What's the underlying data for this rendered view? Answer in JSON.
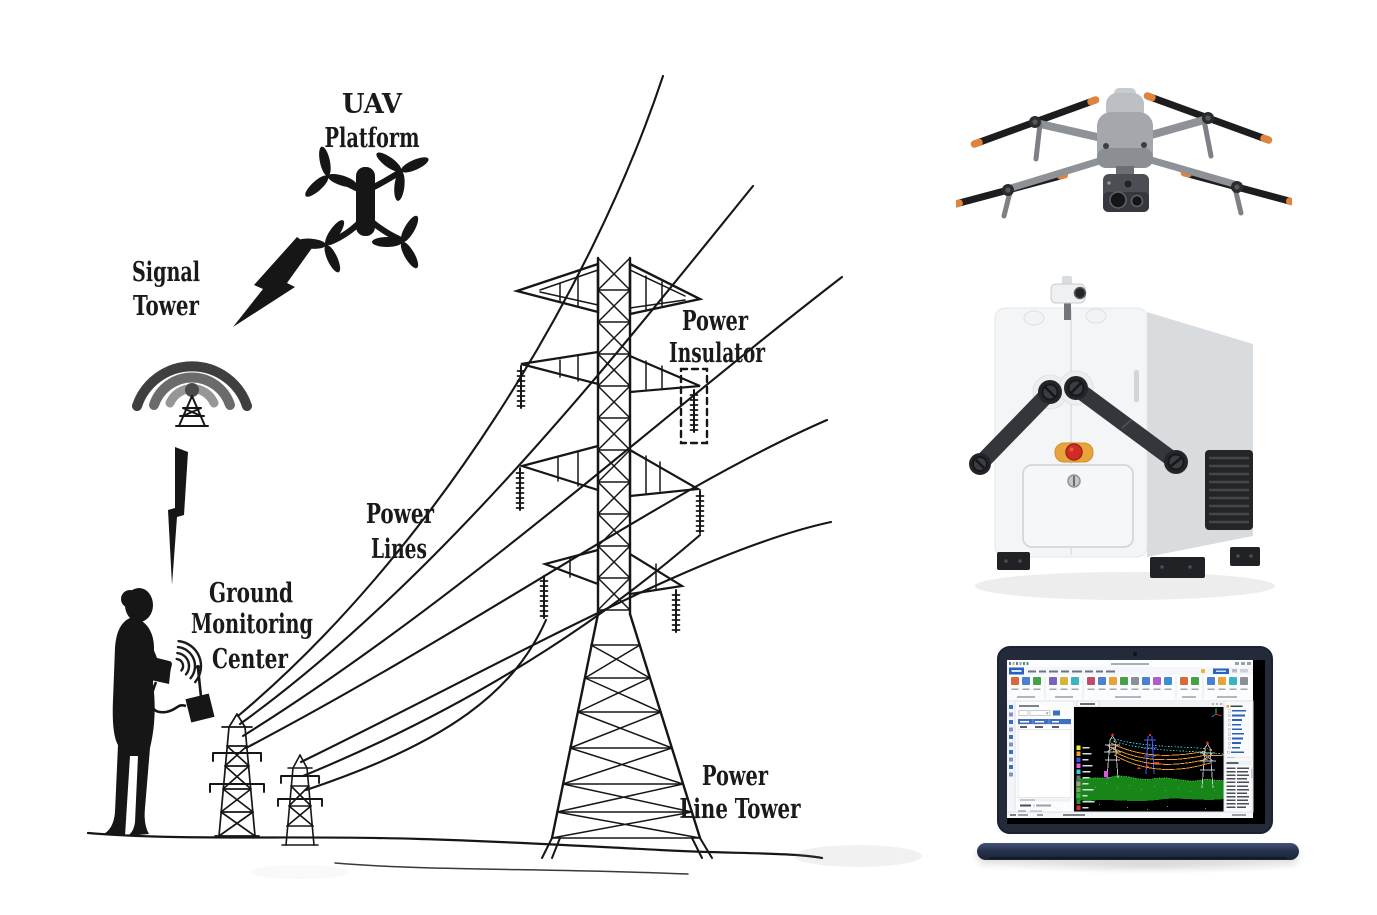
{
  "figure": {
    "background": "#ffffff",
    "ink": "#161616"
  },
  "diagram": {
    "labels": {
      "uav_platform": {
        "line1": "UAV",
        "line2": "Platform"
      },
      "signal_tower": {
        "line1": "Signal",
        "line2": "Tower"
      },
      "ground_monitoring_center": {
        "line1": "Ground",
        "line2": "Monitoring",
        "line3": "Center"
      },
      "power_lines": {
        "line1": "Power",
        "line2": "Lines"
      },
      "power_insulator": {
        "line1": "Power",
        "line2": "Insulator"
      },
      "power_line_tower": {
        "line1": "Power",
        "line2": "Line Tower"
      }
    }
  },
  "photos": {
    "drone": {
      "body_color": "#a4a8ad",
      "propeller_color": "#1d1d1f",
      "propeller_tip_color": "#e2823b",
      "gimbal_color": "#4b4e53"
    },
    "dock": {
      "body_color": "#f4f5f7",
      "side_color": "#d9dcdf",
      "arm_color": "#33363b",
      "estop_button_color": "#cf2d23",
      "estop_ring_color": "#e8a33b",
      "vent_color": "#232527",
      "feet_color": "#202225"
    },
    "laptop": {
      "chassis_color": "#232b3b",
      "app": {
        "accent": "#2a62c4",
        "table_header": "#3f6fbe",
        "tree_text_color": "#2c5fb8",
        "viewport_background": "#000000",
        "powerline_color": "#f0a030",
        "guide_line_color": "#35ced8",
        "vegetation_color": "#178517",
        "marker_color": "#e03030",
        "legend_colors": [
          "#f2e838",
          "#f0a030",
          "#3c55e8",
          "#ee55e0",
          "#35ced8",
          "#6f6f6f",
          "#9d9d9d",
          "#8a9a6a",
          "#36b44a",
          "#2c8c3c",
          "#d33030"
        ]
      }
    }
  }
}
